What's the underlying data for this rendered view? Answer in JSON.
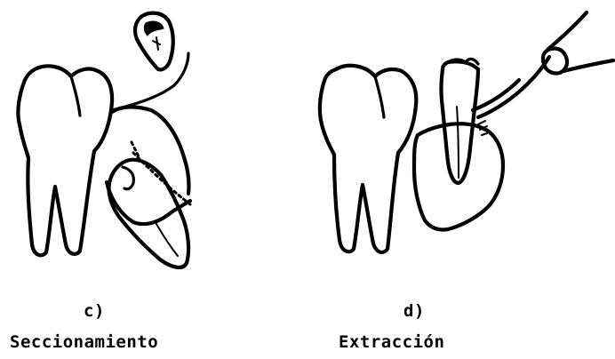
{
  "panels": [
    {
      "id": "c",
      "letter": "c)",
      "caption": "Seccionamiento"
    },
    {
      "id": "d",
      "letter": "d)",
      "caption": "Extracción"
    }
  ]
}
